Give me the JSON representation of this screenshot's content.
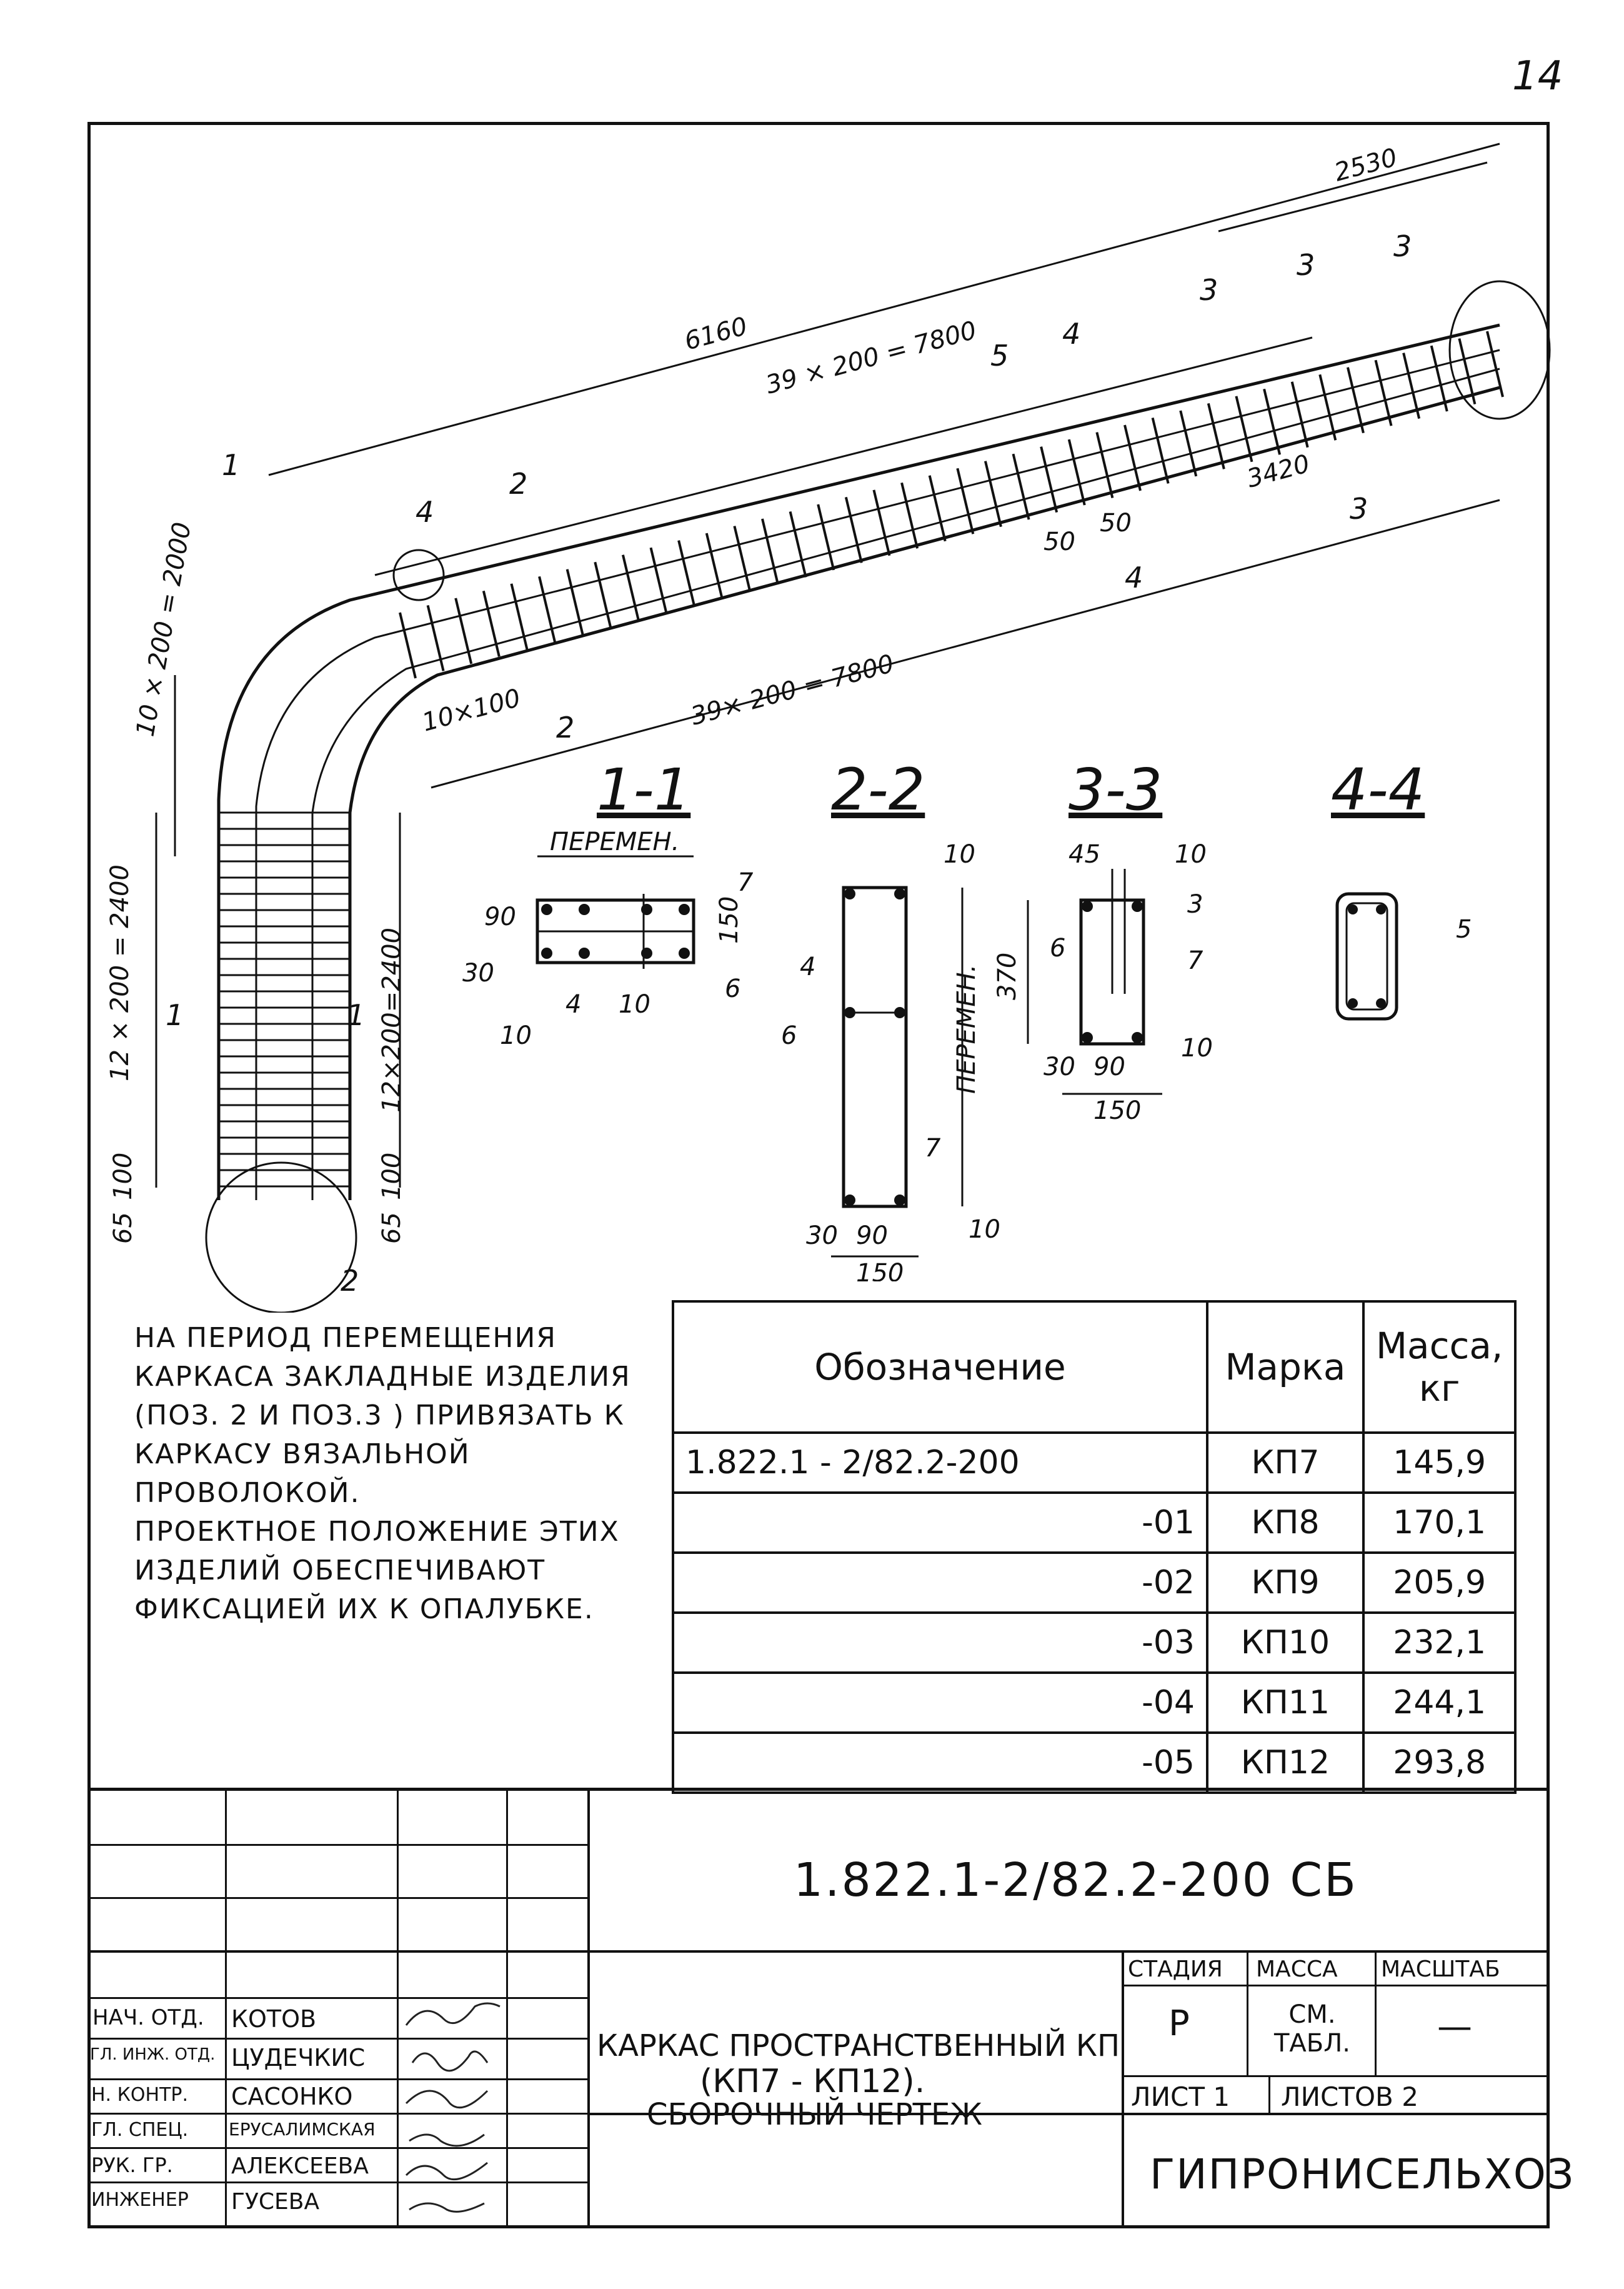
{
  "page_number": "14",
  "drawing": {
    "dimensions": {
      "top_total": "2530",
      "top_6160": "6160",
      "pitch_top": "39 × 200 = 7800",
      "pitch_bottom": "39× 200 = 7800",
      "right_3420": "3420",
      "left_arc": "10 × 200 = 2000",
      "corner": "10×100",
      "vert_left": "12 × 200 = 2400",
      "vert_right": "12×200=2400",
      "d100": "100",
      "d65": "65",
      "d50a": "50",
      "d50b": "50"
    },
    "callouts": [
      "1",
      "2",
      "3",
      "3",
      "4",
      "5"
    ],
    "cut_marks": [
      "1",
      "1",
      "2",
      "2",
      "3",
      "3",
      "4",
      "4"
    ],
    "sections": {
      "s11": {
        "title": "1-1",
        "label": "ПЕРЕМЕН.",
        "dims": [
          "90",
          "30",
          "150"
        ],
        "pos": [
          "7",
          "10",
          "4",
          "10",
          "6"
        ]
      },
      "s22": {
        "title": "2-2",
        "label": "ПЕРЕМЕН.",
        "dims": [
          "30",
          "90",
          "150"
        ],
        "pos": [
          "10",
          "4",
          "6",
          "7",
          "10"
        ]
      },
      "s33": {
        "title": "3-3",
        "dims": [
          "45",
          "370",
          "30",
          "90",
          "150"
        ],
        "pos": [
          "10",
          "3",
          "6",
          "7",
          "10"
        ]
      },
      "s44": {
        "title": "4-4",
        "pos": [
          "5"
        ]
      }
    }
  },
  "note": {
    "p1": "На период перемещения каркаса закладные изделия (поз. 2 и поз.3 ) привязать к каркасу вязальной проволокой.",
    "p2": "Проектное положение этих изделий обеспечивают фиксацией их к опалубке."
  },
  "spec_table": {
    "headers": [
      "Обозначение",
      "Марка",
      "Масса, кг"
    ],
    "rows": [
      {
        "designation": "1.822.1 - 2/82.2-200",
        "mark": "КП7",
        "mass": "145,9"
      },
      {
        "designation": "-01",
        "mark": "КП8",
        "mass": "170,1"
      },
      {
        "designation": "-02",
        "mark": "КП9",
        "mass": "205,9"
      },
      {
        "designation": "-03",
        "mark": "КП10",
        "mass": "232,1"
      },
      {
        "designation": "-04",
        "mark": "КП11",
        "mass": "244,1"
      },
      {
        "designation": "-05",
        "mark": "КП12",
        "mass": "293,8"
      }
    ]
  },
  "title_block": {
    "code": "1.822.1-2/82.2-200 СБ",
    "title_line1": "Каркас пространственный КП",
    "title_line2": "(КП7 - КП12).",
    "title_line3": "Сборочный чертеж",
    "stage_label": "Стадия",
    "mass_label": "Масса",
    "scale_label": "Масштаб",
    "stage": "Р",
    "mass": "См. табл.",
    "scale": "—",
    "sheet": "Лист 1",
    "sheets": "Листов 2",
    "org": "ГИПРОНИСЕЛЬХОЗ",
    "staff": [
      {
        "role": "Нач. отд.",
        "name": "Котов"
      },
      {
        "role": "Гл. инж. отд.",
        "name": "Цудечкис"
      },
      {
        "role": "Н. контр.",
        "name": "Сасонко"
      },
      {
        "role": "Гл. спец.",
        "name": "Ерусалимская"
      },
      {
        "role": "Рук. гр.",
        "name": "Алексеева"
      },
      {
        "role": "Инженер",
        "name": "Гусева"
      }
    ]
  }
}
